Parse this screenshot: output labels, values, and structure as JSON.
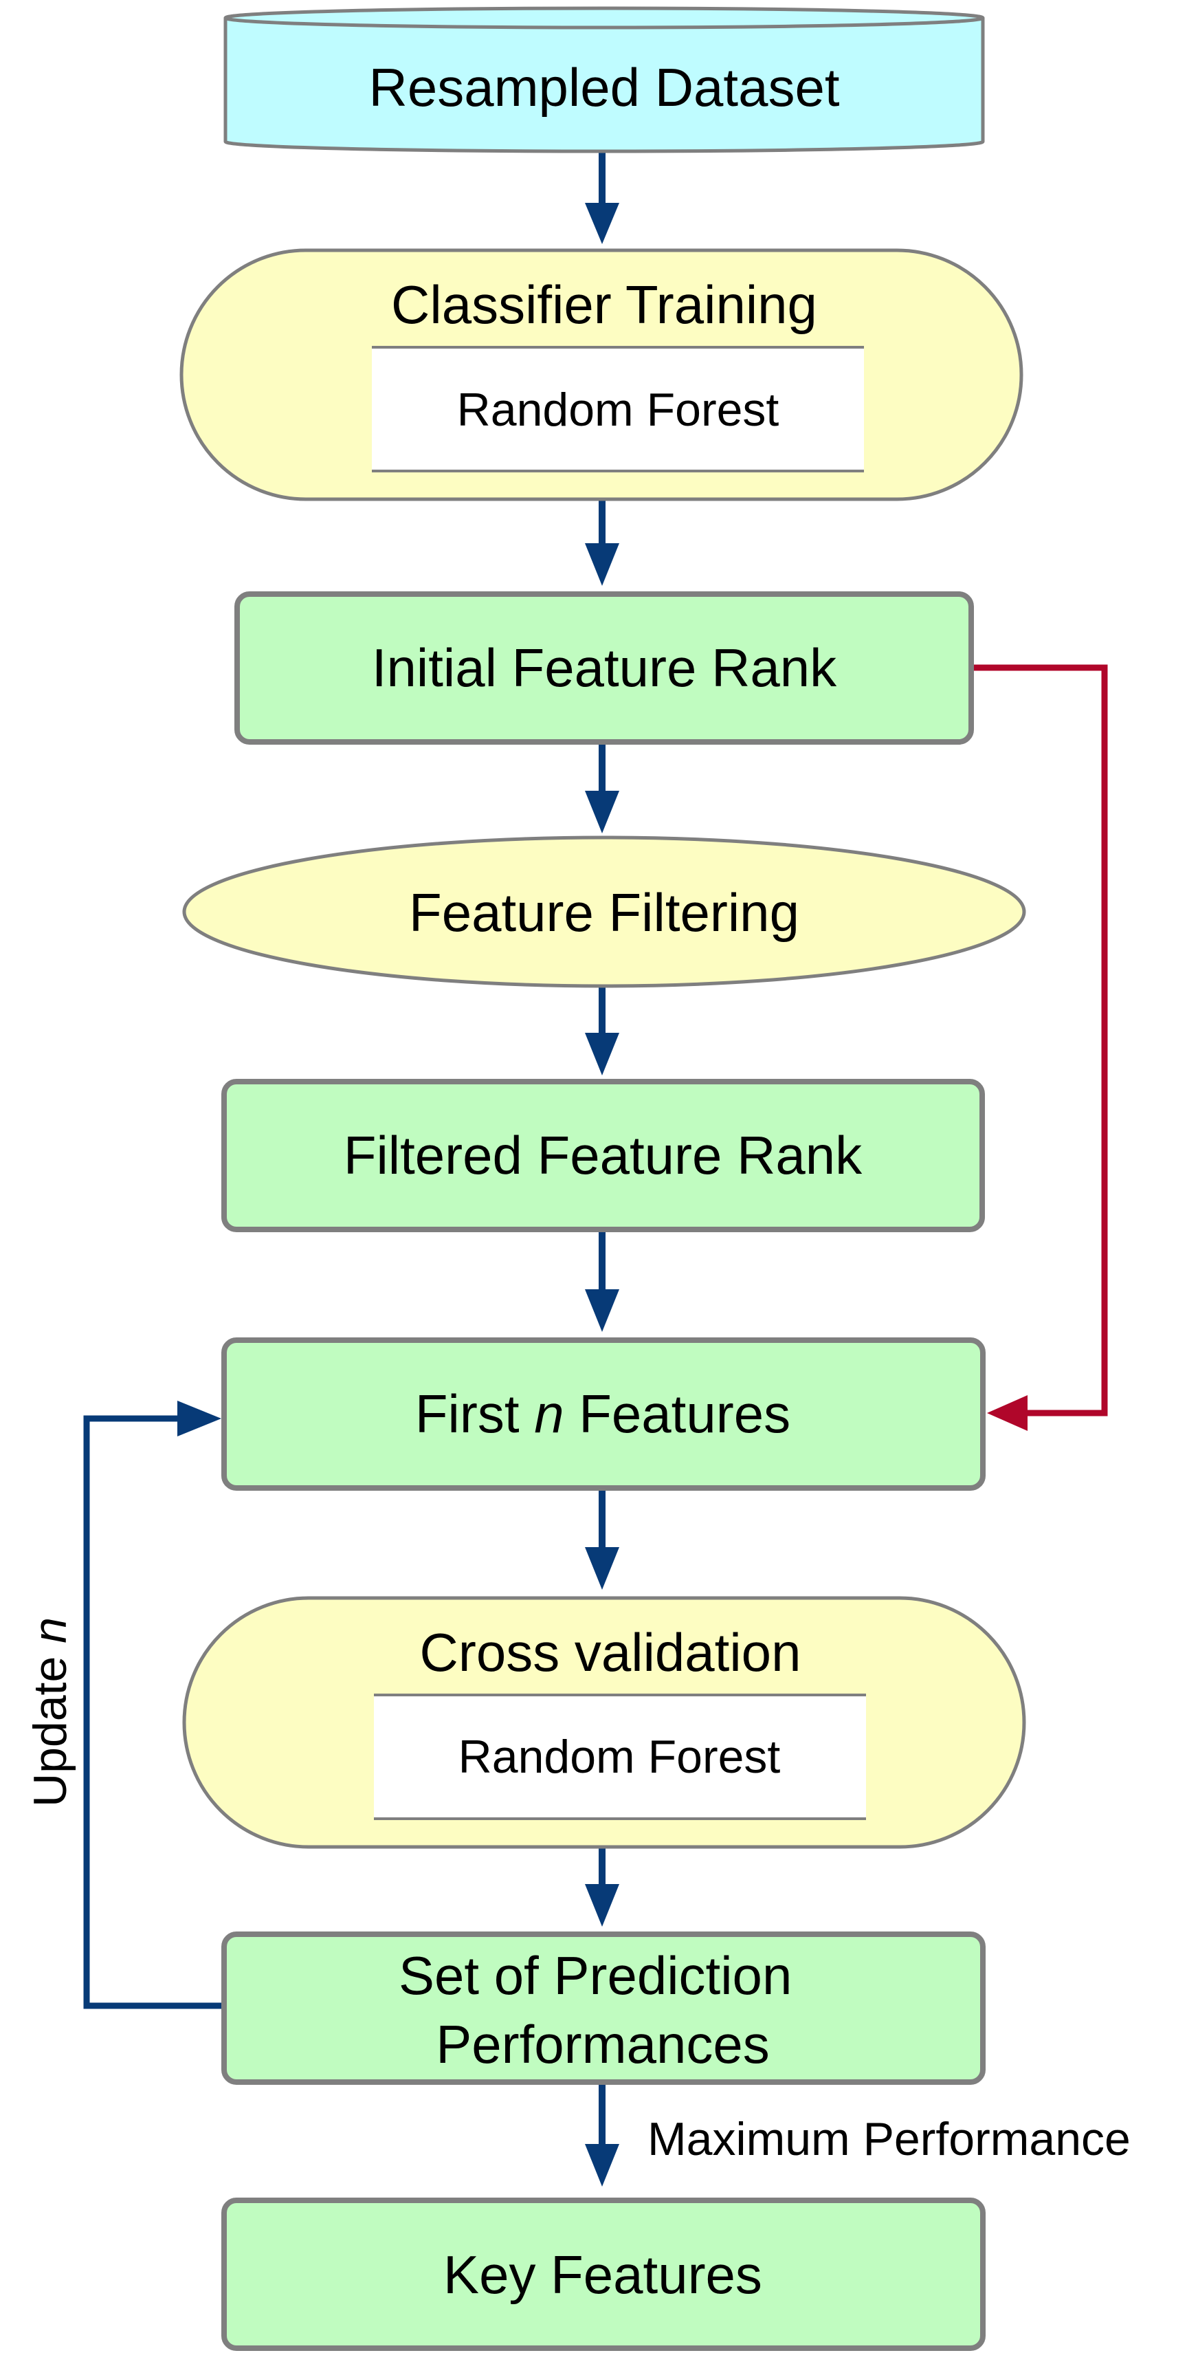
{
  "nodes": {
    "resampled_dataset": "Resampled Dataset",
    "classifier_training": "Classifier Training",
    "random_forest_training": "Random Forest",
    "initial_feature_rank": "Initial Feature Rank",
    "feature_filtering": "Feature Filtering",
    "filtered_feature_rank": "Filtered Feature Rank",
    "first_n_features": {
      "prefix": "First ",
      "variable": "n",
      "suffix": " Features"
    },
    "cross_validation": "Cross validation",
    "random_forest_cv": "Random Forest",
    "prediction_performances": {
      "line1": "Set of Prediction",
      "line2": "Performances"
    },
    "key_features": "Key Features"
  },
  "edges": {
    "update_n": {
      "prefix": "Update ",
      "variable": "n"
    },
    "maximum_performance": "Maximum Performance"
  },
  "colors": {
    "cylinder_fill": "#bffcff",
    "ellipse_fill": "#fdfdc2",
    "box_fill": "#c0fcc0",
    "stroke": "#7f7f7f",
    "arrow_blue": "#073a77",
    "arrow_red": "#b0062a"
  }
}
